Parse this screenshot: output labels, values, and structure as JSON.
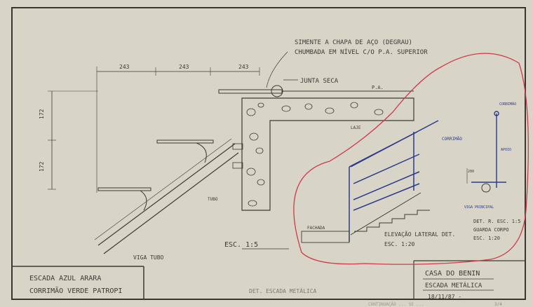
{
  "labels": {
    "dims": [
      "243",
      "243",
      "243"
    ],
    "vdims": [
      "172",
      "172"
    ],
    "note_line1": "SIMENTE A CHAPA DE AÇO (DEGRAU)",
    "note_line2": "CHUMBADA EM NÍVEL C/O P.A. SUPERIOR",
    "junta": "JUNTA SECA",
    "pa": "P.A.",
    "laje": "LAJE",
    "tubo": "TUBO",
    "viga_tubo": "VIGA TUBO",
    "escala": "ESC. 1:5",
    "titulo_left1": "ESCADA AZUL ARARA",
    "titulo_left2": "CORRIMÃO VERDE PATROPI",
    "det_escada": "DET. ESCADA METÁLICA",
    "elevacao1": "ELEVAÇÃO LATERAL DET.",
    "elevacao2": "ESC. 1:20",
    "fachada": "FACHADA",
    "corrimao": "CORRIMÃO",
    "corrimao_small": "CORRIMÃO",
    "apoio": "APOIO",
    "viga_principal": "VIGA PRINCIPAL",
    "det_r1": "DET. R. ESC. 1:5",
    "det_r2": "GUARDA CORPO",
    "det_r3": "ESC. 1:20",
    "small_dim": "200",
    "casa1": "CASA DO BENIN",
    "casa2": "ESCADA METÁLICA",
    "date": "18/11/87 -",
    "footer_faint": "CONTINUAÇÃO ... SE ...",
    "footer_page": "3/4"
  },
  "colors": {
    "paper": "#d9d4c8",
    "ink": "#3d3a36",
    "blue": "#2b3a8a",
    "red": "#cc3b4a"
  }
}
